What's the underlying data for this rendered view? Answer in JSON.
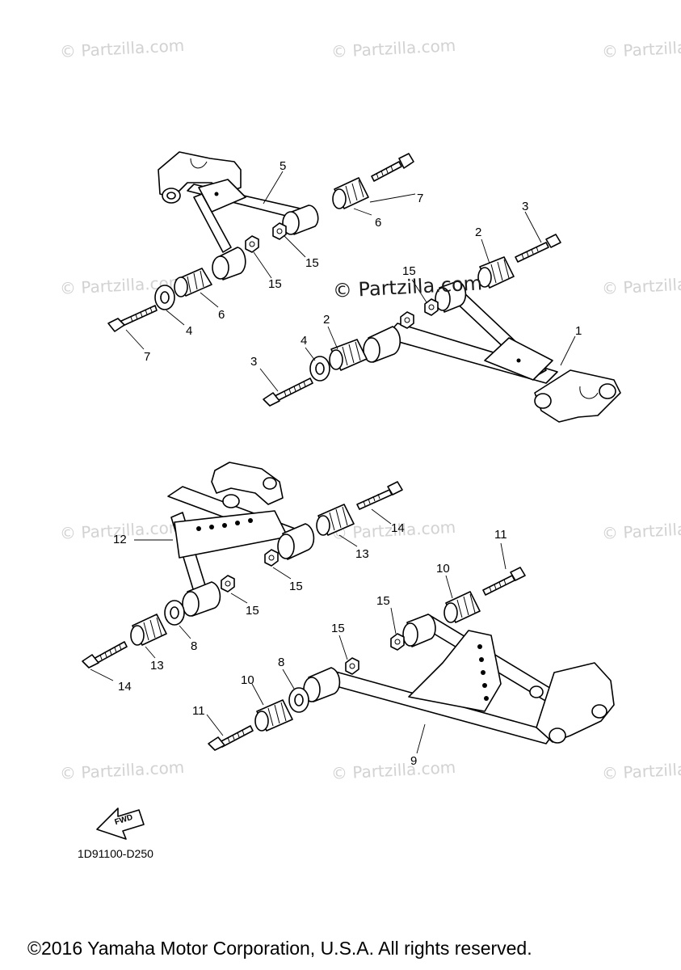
{
  "watermark": {
    "text": "© Partzilla.com",
    "center_text": "© Partzilla.com"
  },
  "callouts": {
    "c1": "1",
    "c2a": "2",
    "c2b": "2",
    "c3a": "3",
    "c3b": "3",
    "c4a": "4",
    "c4b": "4",
    "c5": "5",
    "c6a": "6",
    "c6b": "6",
    "c7a": "7",
    "c7b": "7",
    "c8a": "8",
    "c8b": "8",
    "c9": "9",
    "c10a": "10",
    "c10b": "10",
    "c11a": "11",
    "c11b": "11",
    "c12": "12",
    "c13a": "13",
    "c13b": "13",
    "c14a": "14",
    "c14b": "14",
    "c15a": "15",
    "c15b": "15",
    "c15c": "15",
    "c15d": "15",
    "c15e": "15",
    "c15f": "15",
    "c15g": "15"
  },
  "fwd_label": "FWD",
  "part_code": "1D91100-D250",
  "copyright": "©2016 Yamaha Motor Corporation, U.S.A. All rights reserved."
}
